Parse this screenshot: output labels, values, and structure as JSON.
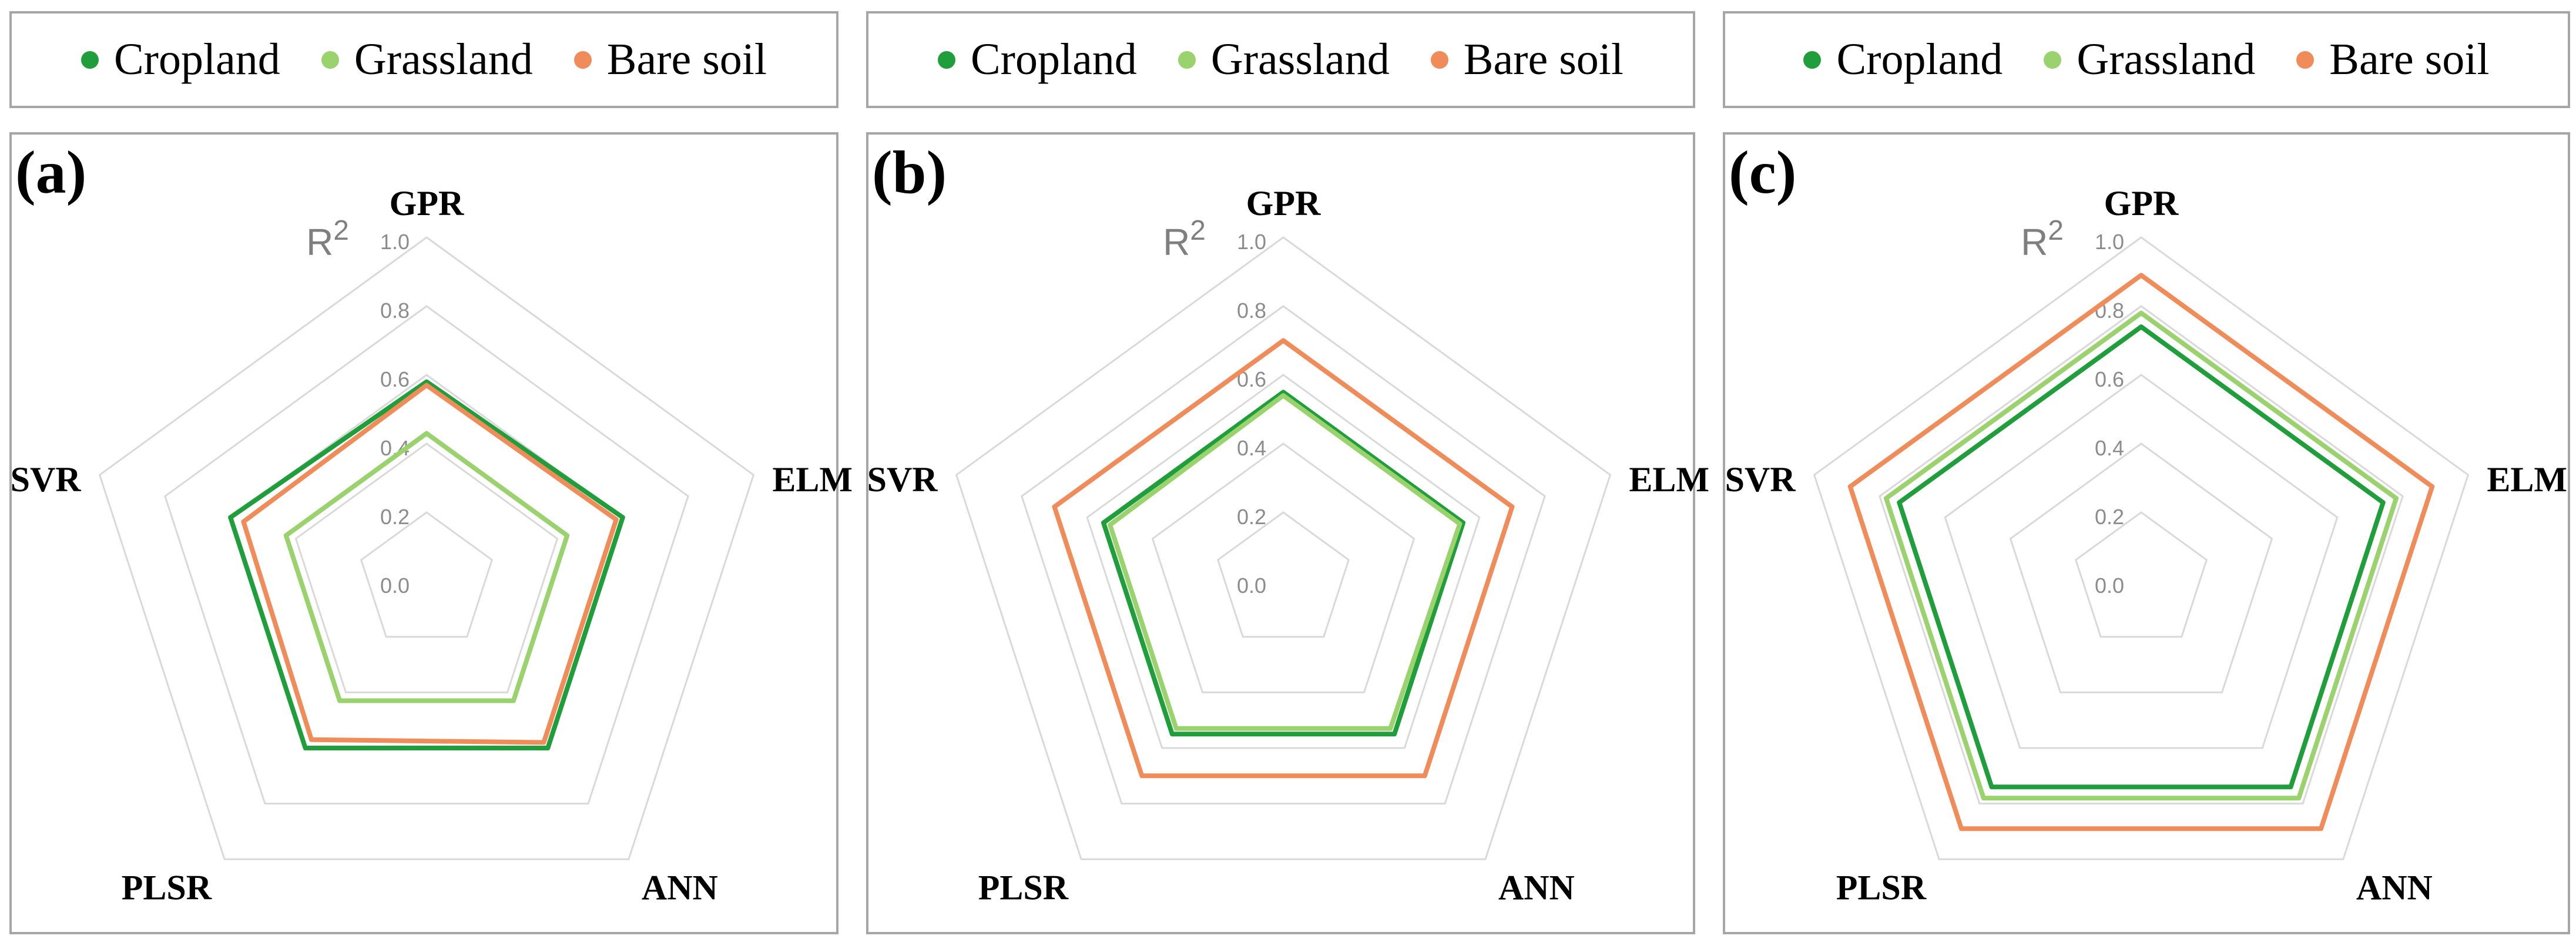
{
  "legend": [
    {
      "name": "Cropland",
      "color": "#1f9e3b"
    },
    {
      "name": "Grassland",
      "color": "#9ad26e"
    },
    {
      "name": "Bare soil",
      "color": "#f08c5a"
    }
  ],
  "axis_metric_label": "R",
  "axis_metric_exponent": "2",
  "chart_data": [
    {
      "type": "radar",
      "panel_label": "(a)",
      "axes": [
        "GPR",
        "ELM",
        "ANN",
        "PLSR",
        "SVR"
      ],
      "ticks": [
        "0.0",
        "0.2",
        "0.4",
        "0.6",
        "0.8",
        "1.0"
      ],
      "range": [
        0,
        1
      ],
      "series": [
        {
          "name": "Cropland",
          "color": "#1f9e3b",
          "values": [
            0.58,
            0.6,
            0.6,
            0.6,
            0.6
          ]
        },
        {
          "name": "Grassland",
          "color": "#9ad26e",
          "values": [
            0.43,
            0.43,
            0.43,
            0.43,
            0.43
          ]
        },
        {
          "name": "Bare soil",
          "color": "#f08c5a",
          "values": [
            0.57,
            0.58,
            0.58,
            0.57,
            0.56
          ]
        }
      ]
    },
    {
      "type": "radar",
      "panel_label": "(b)",
      "axes": [
        "GPR",
        "ELM",
        "ANN",
        "PLSR",
        "SVR"
      ],
      "ticks": [
        "0.0",
        "0.2",
        "0.4",
        "0.6",
        "0.8",
        "1.0"
      ],
      "range": [
        0,
        1
      ],
      "series": [
        {
          "name": "Cropland",
          "color": "#1f9e3b",
          "values": [
            0.55,
            0.55,
            0.55,
            0.55,
            0.55
          ]
        },
        {
          "name": "Grassland",
          "color": "#9ad26e",
          "values": [
            0.54,
            0.54,
            0.53,
            0.53,
            0.53
          ]
        },
        {
          "name": "Bare soil",
          "color": "#f08c5a",
          "values": [
            0.7,
            0.7,
            0.7,
            0.7,
            0.7
          ]
        }
      ]
    },
    {
      "type": "radar",
      "panel_label": "(c)",
      "axes": [
        "GPR",
        "ELM",
        "ANN",
        "PLSR",
        "SVR"
      ],
      "ticks": [
        "0.0",
        "0.2",
        "0.4",
        "0.6",
        "0.8",
        "1.0"
      ],
      "range": [
        0,
        1
      ],
      "series": [
        {
          "name": "Cropland",
          "color": "#1f9e3b",
          "values": [
            0.74,
            0.74,
            0.74,
            0.74,
            0.74
          ]
        },
        {
          "name": "Grassland",
          "color": "#9ad26e",
          "values": [
            0.78,
            0.78,
            0.78,
            0.78,
            0.78
          ]
        },
        {
          "name": "Bare soil",
          "color": "#f08c5a",
          "values": [
            0.89,
            0.89,
            0.89,
            0.89,
            0.89
          ]
        }
      ]
    }
  ]
}
